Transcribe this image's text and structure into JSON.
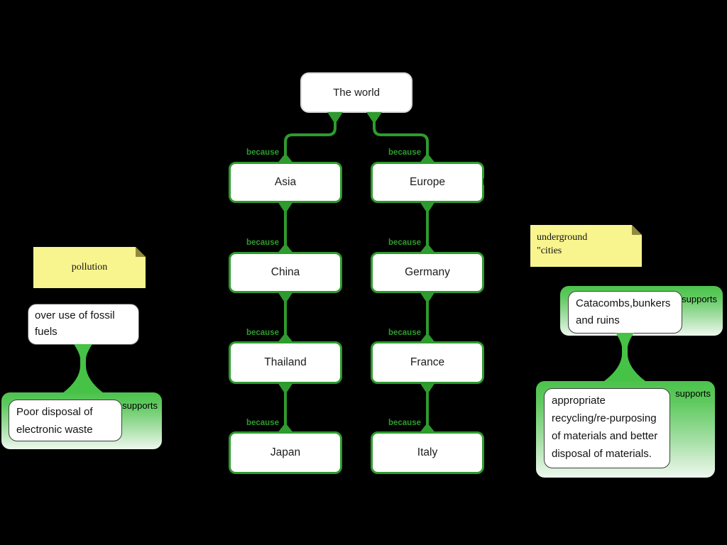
{
  "diagram": {
    "root": "The world",
    "connector_label": "because",
    "support_label": "supports",
    "branches": {
      "asia": [
        "Asia",
        "China",
        "Thailand",
        "Japan"
      ],
      "europe": [
        "Europe",
        "Germany",
        "France",
        "Italy"
      ]
    },
    "left": {
      "note": "pollution",
      "reason": "over use of fossil\nfuels",
      "support": "Poor disposal of\nelectronic waste"
    },
    "right": {
      "note": "underground\n\"cities",
      "support1": "Catacombs,bunkers\nand ruins",
      "support2": "appropriate\nrecycling/re-purposing\nof materials and better\ndisposal of materials."
    },
    "colors": {
      "background": "#000000",
      "tree_green": "#2e9b2e",
      "funnel_green": "#46c246",
      "note_yellow": "#f8f58f",
      "container_gradient_top": "#4cc24c",
      "container_gradient_bottom": "#eef8ee"
    }
  }
}
